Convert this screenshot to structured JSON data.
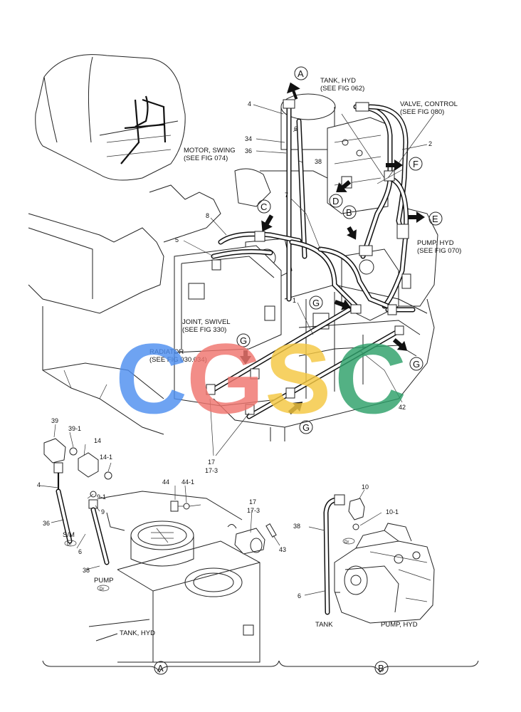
{
  "labels": {
    "tank_hyd": [
      "TANK, HYD",
      "(SEE FIG 062)"
    ],
    "valve_control": [
      "VALVE, CONTROL",
      "(SEE FIG 080)"
    ],
    "motor_swing": [
      "MOTOR, SWING",
      "(SEE FIG 074)"
    ],
    "pump_hyd": [
      "PUMP, HYD",
      "(SEE FIG 070)"
    ],
    "joint_swivel": [
      "JOINT, SWIVEL",
      "(SEE FIG 330)"
    ],
    "radiator": [
      "RADIATOR",
      "(SEE FIG 030.034)"
    ],
    "detail_a_tank": "TANK, HYD",
    "detail_b_tank": "TANK",
    "detail_b_pump": "PUMP, HYD",
    "sm": "S/M",
    "pump": "PUMP",
    "dr": "Dr"
  },
  "callouts": {
    "A": "A",
    "B": "B",
    "C": "C",
    "D": "D",
    "E": "E",
    "F": "F",
    "G": "G"
  },
  "part_numbers": {
    "p4": "4",
    "p6": "6",
    "p34": "34",
    "p36": "36",
    "p38": "38",
    "p2": "2",
    "p7": "7",
    "p8": "8",
    "p5": "5",
    "p1": "1",
    "p42": "42",
    "p17": "17",
    "p17_3": "17-3",
    "a39": "39",
    "a39_1": "39-1",
    "a14": "14",
    "a14_1": "14-1",
    "a4": "4",
    "a9_1": "9-1",
    "a9": "9",
    "a36": "36",
    "a6": "6",
    "a38": "38",
    "a44": "44",
    "a44_1": "44-1",
    "a17": "17",
    "a17_3": "17-3",
    "a43": "43",
    "b10": "10",
    "b10_1": "10-1",
    "b38": "38",
    "b6": "6"
  },
  "sections": {
    "a": "A",
    "b": "B"
  },
  "watermark": {
    "letters": [
      "C",
      "G",
      "S",
      "C"
    ],
    "colors": [
      "#4f8ff0",
      "#f0756e",
      "#f5c842",
      "#2ea06a"
    ]
  }
}
